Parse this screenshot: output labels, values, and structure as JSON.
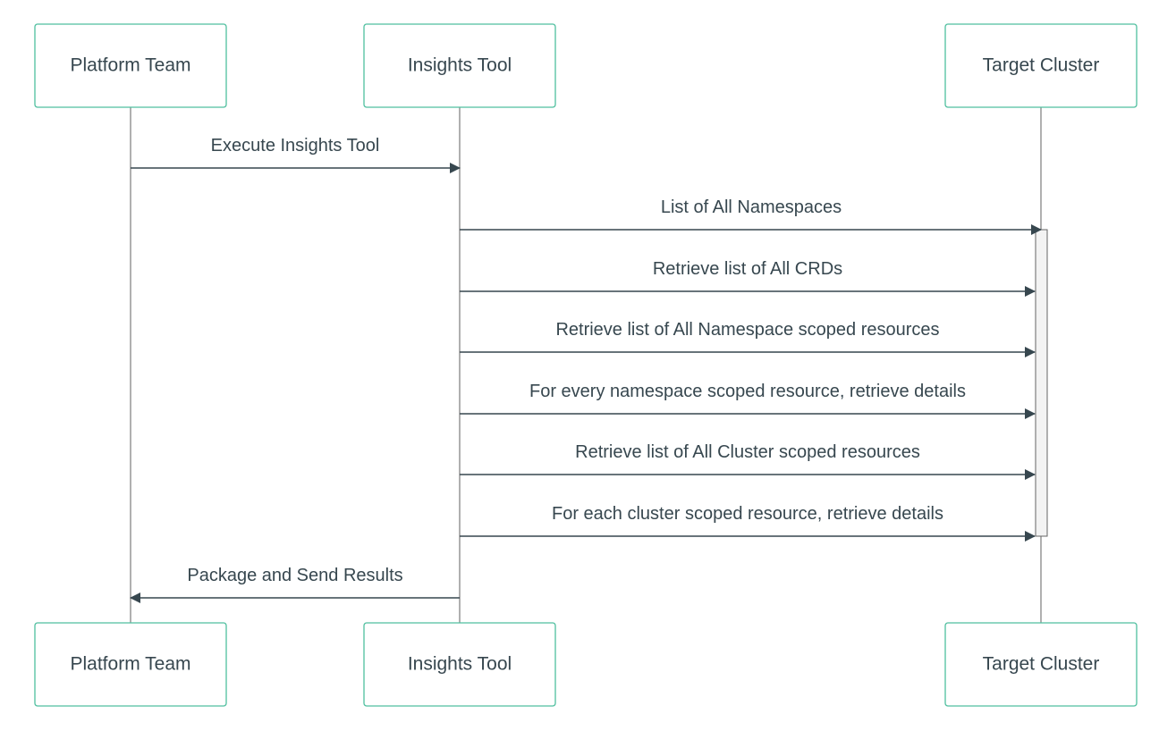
{
  "participants": [
    {
      "id": "platform",
      "label": "Platform Team"
    },
    {
      "id": "insights",
      "label": "Insights Tool"
    },
    {
      "id": "cluster",
      "label": "Target Cluster"
    }
  ],
  "messages": [
    {
      "from": "platform",
      "to": "insights",
      "label": "Execute Insights Tool"
    },
    {
      "from": "insights",
      "to": "cluster",
      "label": "List of All Namespaces"
    },
    {
      "from": "insights",
      "to": "cluster",
      "label": "Retrieve list of All CRDs"
    },
    {
      "from": "insights",
      "to": "cluster",
      "label": "Retrieve list of All Namespace scoped resources"
    },
    {
      "from": "insights",
      "to": "cluster",
      "label": "For every namespace scoped resource, retrieve details"
    },
    {
      "from": "insights",
      "to": "cluster",
      "label": "Retrieve list of All Cluster scoped resources"
    },
    {
      "from": "insights",
      "to": "cluster",
      "label": "For each cluster scoped resource, retrieve details"
    },
    {
      "from": "insights",
      "to": "platform",
      "label": "Package and Send Results"
    }
  ],
  "colors": {
    "actor_border": "#4fbf9f",
    "text": "#37474f",
    "lifeline": "#b0b0b0",
    "arrow": "#37474f",
    "activation_fill": "#f3f3f3"
  }
}
